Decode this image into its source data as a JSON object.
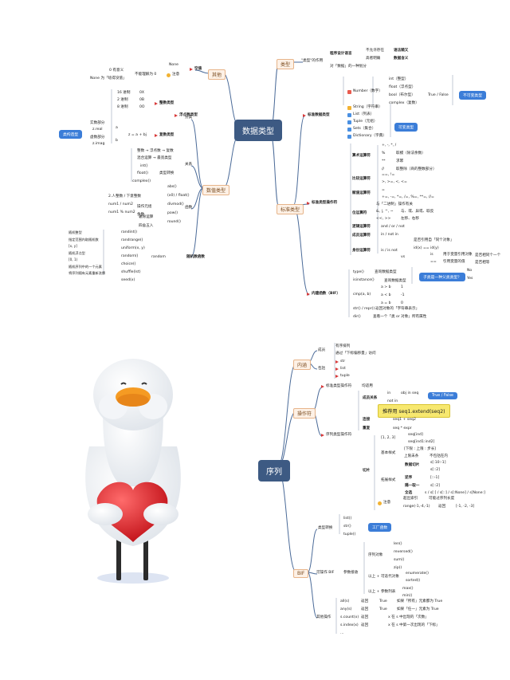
{
  "colors": {
    "root": "#3d5a83",
    "accent": "#3b7dd8",
    "branch": "#e7b48a",
    "highlight": "#f7e86f"
  },
  "top": {
    "root": "数据类型",
    "cat_type": "类型",
    "cat_other": "其他",
    "cat_numeric": "数值类型",
    "cat_standard": "标准类型",
    "type_line1": "程序设计语言",
    "type_line2": "\"类型\"的作用",
    "type_a": "不允许存在",
    "type_b": "语法糙又",
    "type_c": "高者明确",
    "type_d": "数据含义",
    "type_e": "对「数据」的一种划分",
    "none_a": "0 有意义",
    "none_b": "None 为「啥得没值」",
    "none_c": "None",
    "none_d": "不能理解为 0",
    "none_e": "注意",
    "bool_label": "空值",
    "int_rows": [
      "16 进制",
      "0X",
      "2 进制",
      "0B",
      "8 进制",
      "0O"
    ],
    "int_label": "整数类型",
    "float_label": "浮点数类型",
    "complex_label": "复数类型",
    "complex_a": "实数部分",
    "complex_b": "z.real",
    "complex_c": "虚数部分",
    "complex_d": "z.imag",
    "complex_e": "z = a + bj",
    "letters": [
      "a",
      "b"
    ],
    "pill_cls": "类构造型",
    "rel_a": "整数 → 浮点数 → 复数",
    "rel_b": "混合运算 → 最宽类型",
    "rel_c": "int()",
    "rel_d": "float()",
    "rel_e": "complex()",
    "rel_f": "类型转换",
    "rel_label": "关系",
    "fn_rows": [
      "abs()",
      "(x0) / float()",
      "divmod()",
      "pow()",
      "round()"
    ],
    "fn_left": [
      "2.人整数 / 下意整数",
      "num1 / num2",
      "num1 % num2",
      "辗除运算",
      "四舍五入"
    ],
    "fn_mid": [
      "操作元组",
      "余数"
    ],
    "fn_label": "函数",
    "rand_rows": [
      "randint()",
      "randrange()",
      "uniform(x, y)",
      "random()",
      "choice()",
      "shuffle(lst)",
      "seed(x)"
    ],
    "rand_left": [
      "随机整型",
      "指定范围内取随机数",
      "[x, y]",
      "随机浮点型",
      "[0, 1)",
      "随机序列中的一个元素",
      "将序列随有元素重新洗牌"
    ],
    "rand_mid": "random",
    "rand_label": "随机数函数",
    "div_label": "分类",
    "std_label": "标准数据类型",
    "std_items": [
      "Number（数字）",
      "String（字符串）",
      "List（列表）",
      "Tuple（元组）",
      "Sets（集合）",
      "Dictionary（字典）"
    ],
    "num_sub": [
      "int（整型）",
      "float（浮点型）",
      "bool（布尔型）",
      "complex（复数）"
    ],
    "bool_val": "True / False",
    "pill_immutable": "不可变类型",
    "pill_mutable": "可变类型",
    "ops_label": "标准类型操作符",
    "ops_groups": [
      "算术运算符",
      "比较运算符",
      "赋值运算符",
      "位运算符",
      "逻辑运算符",
      "成员运算符",
      "身份运算符"
    ],
    "arith": [
      "+, -, *, /",
      "%",
      "**",
      "//"
    ],
    "arith_desc": [
      "取模（除法余数）",
      "求幂",
      "取整除（商的整数部分）"
    ],
    "cmp": [
      "==, !=",
      ">, >=, <, <="
    ],
    "assign": [
      "=",
      "+=, -=, *=, /=, %=, **=, //="
    ],
    "bitops": [
      "&, |, ^, ~",
      "<<, >>"
    ],
    "bit_desc": [
      "与、或、异或、取反",
      "左移、右移"
    ],
    "bit_note": "与「二进制」操作有关",
    "logic": "and / or / not",
    "member": "in / not in",
    "ident": "is / is not",
    "ident_rows": [
      "是否引用自「同个对象」",
      "id(x) == id(y)",
      "is",
      "用于变量引用对象",
      "==",
      "引用变量的值",
      "是否相同个一个",
      "是否相等"
    ],
    "ident_left": "vs",
    "builtin_label": "内建函数（BIF）",
    "bif_rows": [
      "type()",
      "isinstance()",
      "cmp(a, b)",
      "str() / repr()",
      "dir()"
    ],
    "bif_desc": [
      "查询数据类型",
      "查询数据类型",
      "返回对象的「字符串表示」",
      "查看一个「类 or 对象」所有属性"
    ],
    "cmp_rows": [
      "a > b",
      "a < b",
      "a = b"
    ],
    "cmp_vals": [
      "1",
      "-1",
      "0"
    ],
    "pill_issub": "子类是一种父类类型？",
    "no_yes": [
      "No",
      "Yes"
    ]
  },
  "bottom": {
    "root": "序列",
    "cat_content": "内涵",
    "cat_ops": "操作符",
    "cat_bif": "BIF",
    "member_title": "成员",
    "member_a": "有序排列",
    "member_b": "通过「下标偏移量」访问",
    "incl_title": "包括",
    "incl_items": [
      "str",
      "list",
      "tuple"
    ],
    "std_ops": "标准类型操作符",
    "std_ops_v": "均适用",
    "seq_ops": "序列类型操作符",
    "member_op": "成员关系",
    "member_rows": [
      "in",
      "obj in seq",
      "not in"
    ],
    "pill_tf": "True / False",
    "recommend": "推荐用 seq1.extend(seq2)",
    "concat": "连接",
    "concat_v": "seq1 + seq2",
    "repeat": "重复",
    "repeat_v": "seq * expr",
    "slice": "切片",
    "slice_basic": "基本样式",
    "slice_ext": "拓展样式",
    "slice_rows": [
      "[1, 2, 3]",
      "seq[ind]",
      "seq[ind1:ind2]",
      "[下限 : 上限 : 步长]",
      "上限未条",
      "不包括在内"
    ],
    "slice_note": [
      "数据切片",
      "s[:10:-1]",
      "s[::2]",
      "逆序",
      "[::-1]",
      "隔一取一",
      "s[::2]",
      "全选",
      "s / s[:] / s[::] / s[:None] / s[None:]"
    ],
    "caution": "注意",
    "caution_a": "超出索引",
    "caution_b": "可能过序列长度",
    "range_a": "range(-1,-4,-1)",
    "range_b": "返回",
    "range_c": "[-1, -2, -3]",
    "conv_label": "类型转换",
    "conv_items": [
      "list()",
      "str()",
      "tuple()"
    ],
    "pill_factory": "工厂函数",
    "bif_title": "可操作 BIF",
    "bif_args": "参数接收",
    "seq_obj": "序列对象",
    "seq_fns": [
      "len()",
      "reversed()",
      "sum()",
      "zip()"
    ],
    "iter_obj": "以上 + 可迭代对象",
    "iter_fns": [
      "enumerate()",
      "sorted()"
    ],
    "param_list": "以上 + 参数列表",
    "param_fns": [
      "max()",
      "min()"
    ],
    "other_ops": "其他操作",
    "other_rows": [
      "all(s)",
      "any(s)",
      "s.count(x)",
      "s.index(x)",
      "..."
    ],
    "other_ret": [
      "返回",
      "返回",
      "返回",
      "返回"
    ],
    "other_vals": [
      "True",
      "True",
      "x 在 s 中出现的「次数」",
      "x 在 s 中第一次出现的「下标」"
    ],
    "other_cond": [
      "如果「所有」元素都为 True",
      "如果「任一」元素为 True"
    ]
  }
}
